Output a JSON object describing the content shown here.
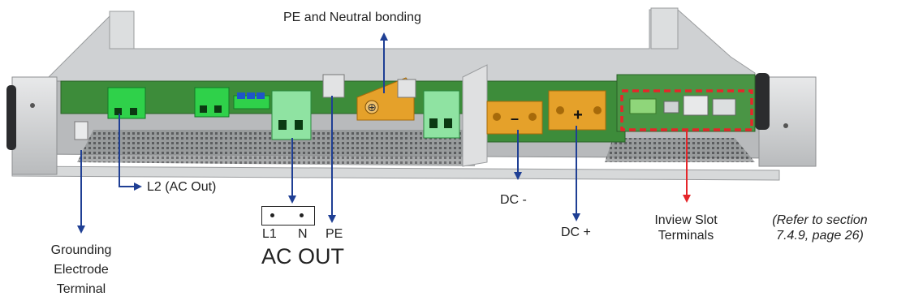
{
  "labels": {
    "pe_neutral_bonding": "PE and Neutral bonding",
    "l2_ac_out": "L2 (AC Out)",
    "dc_minus": "DC -",
    "dc_plus": "DC +",
    "inview_line1": "Inview Slot",
    "inview_line2": "Terminals",
    "refer_line1": "(Refer to section",
    "refer_line2": "7.4.9, page 26)",
    "grounding_line1": "Grounding",
    "grounding_line2": "Electrode",
    "grounding_line3": "Terminal",
    "ac_out_pins": {
      "l1": "L1",
      "n": "N",
      "pe": "PE"
    },
    "ac_out": "AC OUT",
    "dc_minus_symbol": "–",
    "dc_plus_symbol": "+",
    "bond_symbol": "⊕"
  },
  "colors": {
    "arrow_blue": "#1f3f94",
    "arrow_red": "#e5262a",
    "callout_red": "#e5262a",
    "terminal_green": "#2fd14a",
    "busbar_orange": "#e5a12a",
    "chassis_gray": "#c9cbcc",
    "pcb_green": "#3d8c3a"
  }
}
